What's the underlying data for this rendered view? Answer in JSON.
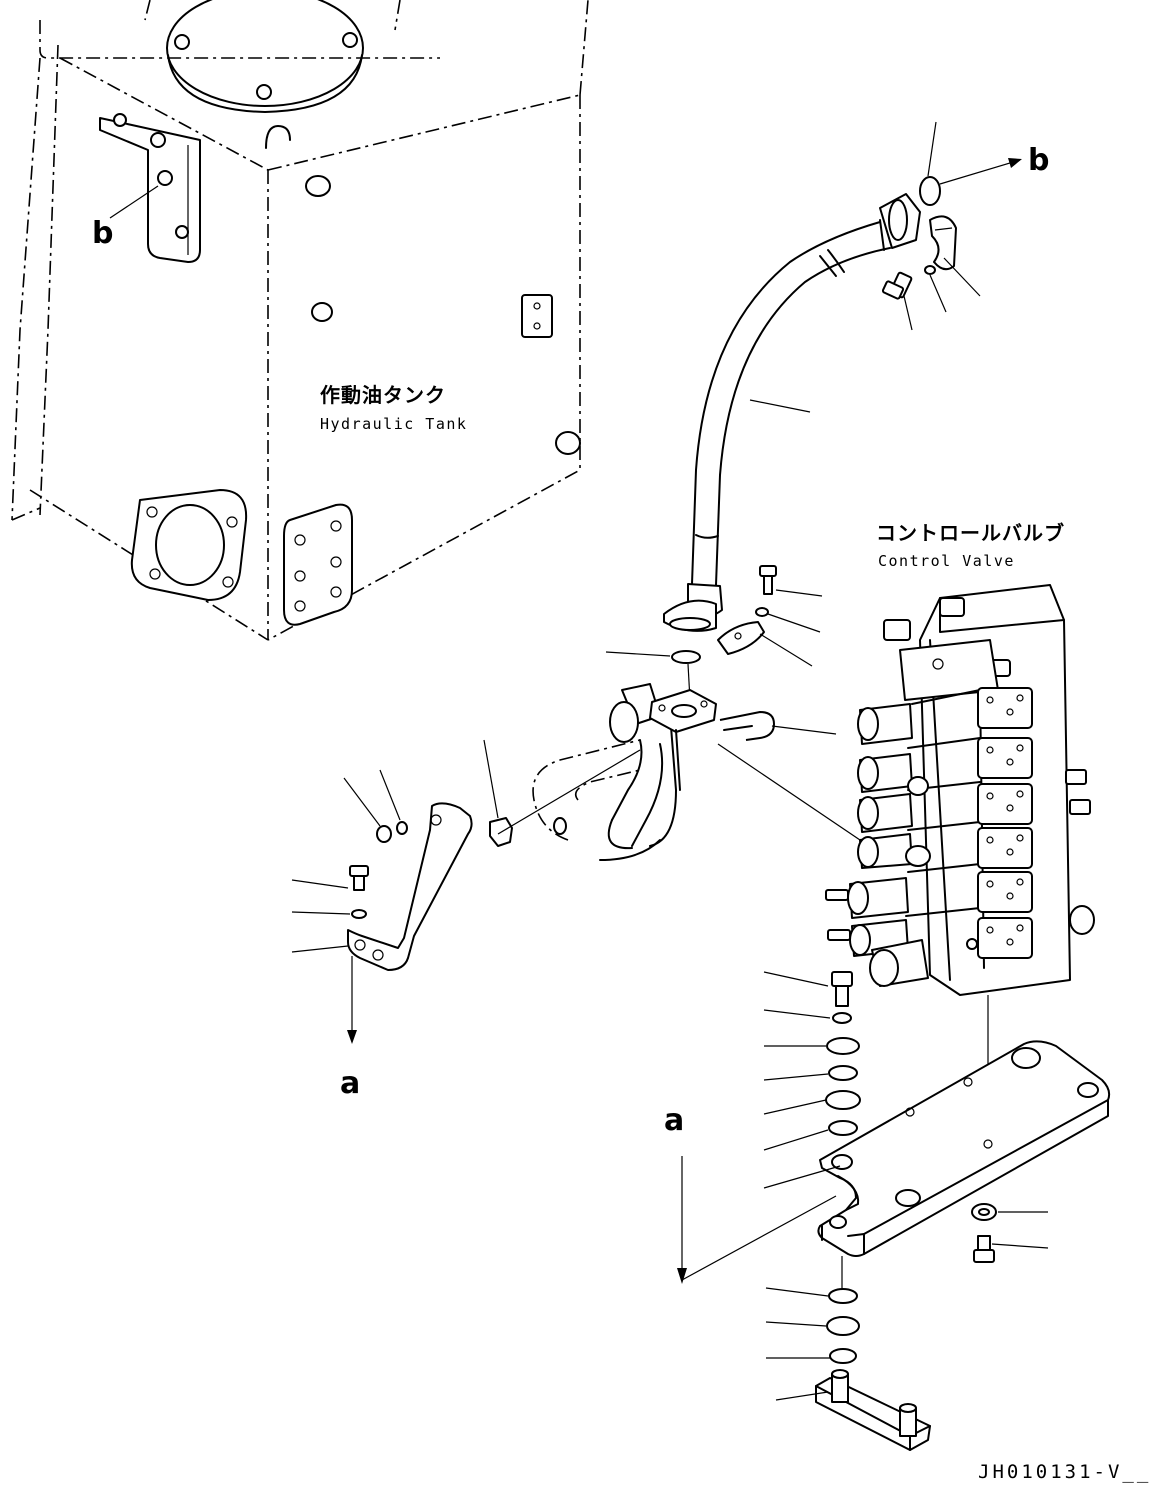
{
  "tank": {
    "label_jp": "作動油タンク",
    "label_en": "Hydraulic Tank"
  },
  "valve": {
    "label_jp": "コントロールバルブ",
    "label_en": "Control Valve"
  },
  "refs": {
    "b_left": "b",
    "b_right": "b",
    "a_left": "a",
    "a_right": "a"
  },
  "drawing_code": "JH010131-V__"
}
